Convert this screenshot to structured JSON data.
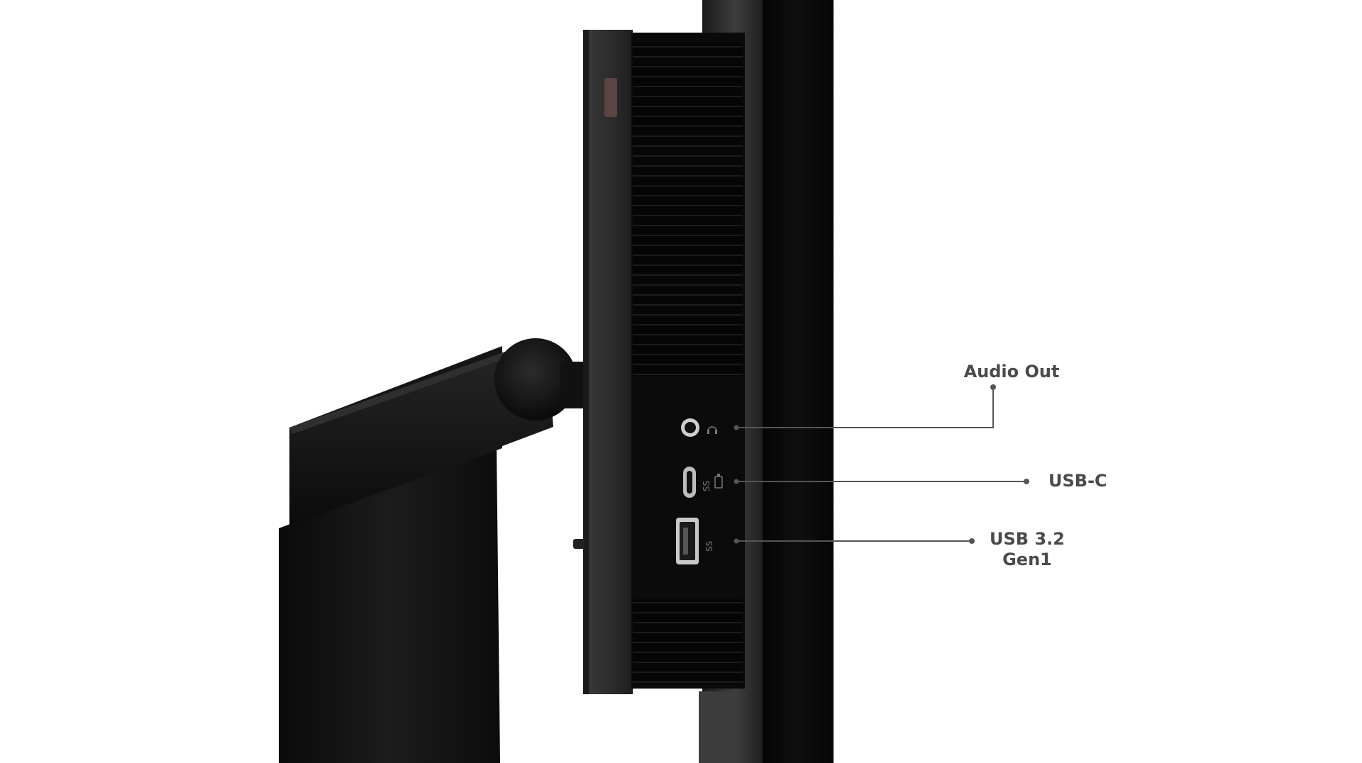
{
  "callouts": {
    "audio_out": "Audio Out",
    "usb_c": "USB-C",
    "usb_a_line1": "USB 3.2",
    "usb_a_line2": "Gen1"
  },
  "colors": {
    "background": "#ffffff",
    "label_text": "#4a4a4a",
    "leader_line": "#555555",
    "monitor_body": "#111111",
    "bezel": "#2a2a2a"
  }
}
